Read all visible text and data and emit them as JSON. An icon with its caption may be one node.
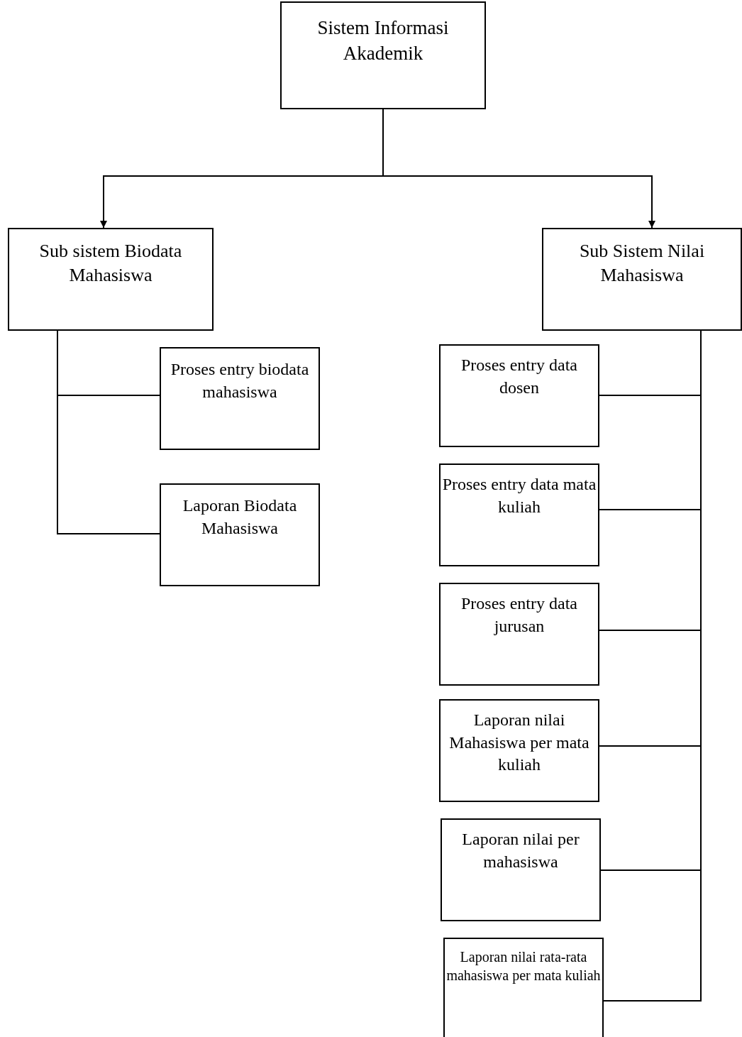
{
  "diagram": {
    "nodes": [
      {
        "text": [
          "Sistem Informasi Akademik"
        ]
      },
      {
        "text": [
          "Sub sistem Biodata Mahasiswa"
        ]
      },
      {
        "text": [
          "Sub Sistem Nilai Mahasiswa"
        ]
      },
      {
        "text": [
          "Proses entry biodata mahasiswa"
        ]
      },
      {
        "text": [
          "Laporan Biodata Mahasiswa"
        ]
      },
      {
        "text": [
          "Proses entry data dosen"
        ]
      },
      {
        "text": [
          "Proses entry data mata kuliah"
        ]
      },
      {
        "text": [
          "Proses entry data jurusan"
        ]
      },
      {
        "text": [
          "Laporan nilai Mahasiswa per mata kuliah"
        ]
      },
      {
        "text": [
          "Laporan nilai per mahasiswa"
        ]
      },
      {
        "text": [
          "Laporan nilai rata-rata mahasiswa per mata kuliah"
        ]
      }
    ],
    "edges": [
      {
        "from": 0,
        "to": 1,
        "arrow": "to"
      },
      {
        "from": 0,
        "to": 2,
        "arrow": "to"
      },
      {
        "from": 1,
        "to": 3,
        "arrow": "none"
      },
      {
        "from": 1,
        "to": 4,
        "arrow": "none"
      },
      {
        "from": 2,
        "to": 5,
        "arrow": "none"
      },
      {
        "from": 2,
        "to": 6,
        "arrow": "none"
      },
      {
        "from": 2,
        "to": 7,
        "arrow": "none"
      },
      {
        "from": 2,
        "to": 8,
        "arrow": "none"
      },
      {
        "from": 2,
        "to": 9,
        "arrow": "none"
      },
      {
        "from": 2,
        "to": 10,
        "arrow": "none"
      }
    ]
  }
}
